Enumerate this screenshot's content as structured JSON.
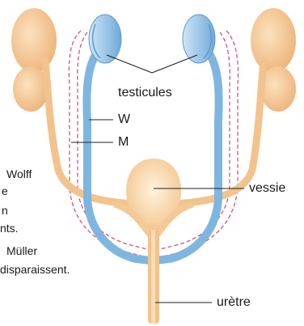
{
  "labels": {
    "testes": "testicules",
    "wolff_duct": "W",
    "muller_duct": "M",
    "bladder": "vessie",
    "urethra": "urètre"
  },
  "side_text": [
    "Wolff",
    "e",
    "n",
    "nts.",
    "Müller",
    "disparaissent."
  ],
  "colors": {
    "wolff_duct": "#7fb6e0",
    "muller_duct": "#d9507a",
    "kidney": "#f3c089",
    "bladder": "#f8d6a4",
    "line": "#222222"
  }
}
